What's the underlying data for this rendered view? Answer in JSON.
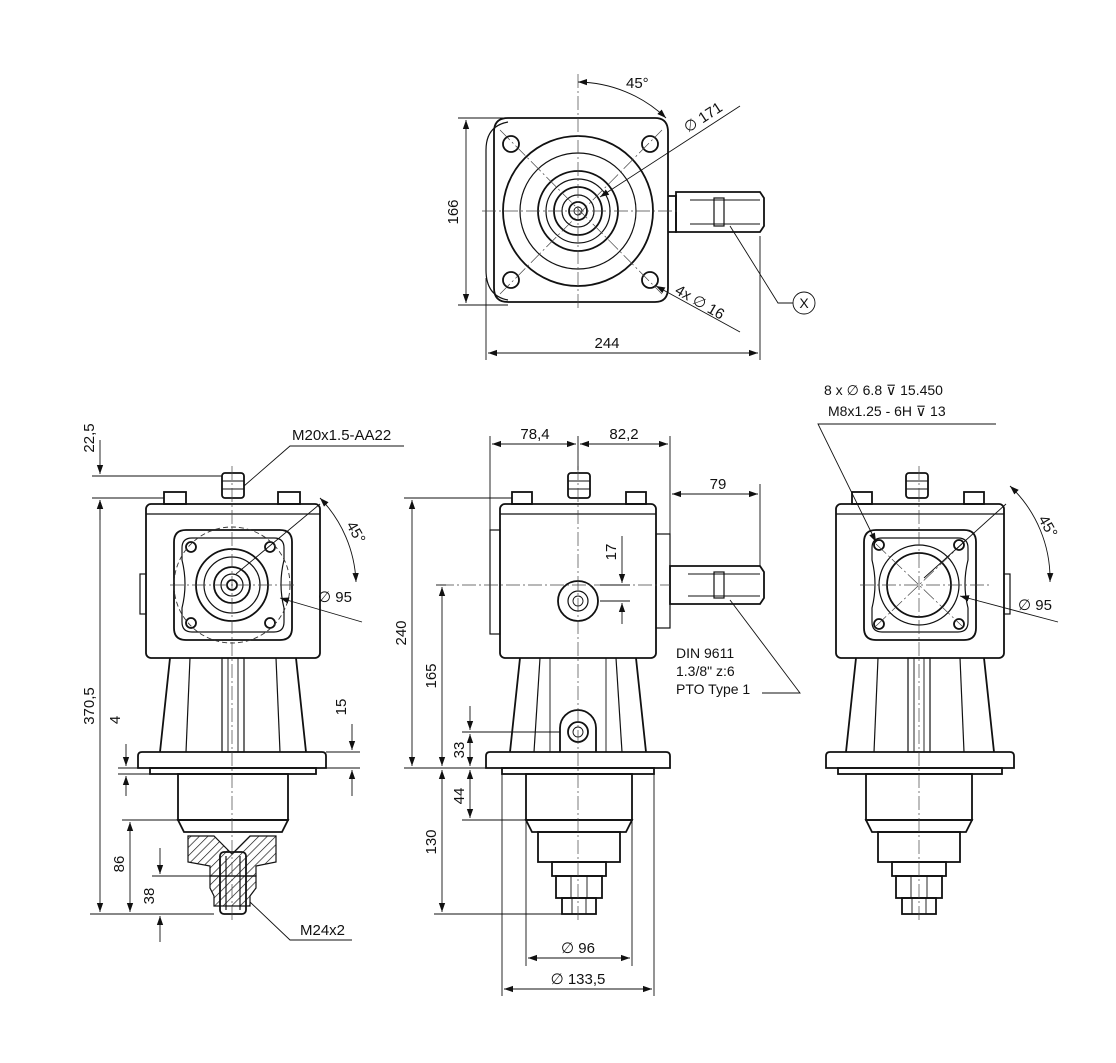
{
  "top_view": {
    "angle_45": "45°",
    "dia_171": "∅ 171",
    "height_166": "166",
    "width_244": "244",
    "holes": "4x ∅ 16",
    "callout_x": "X"
  },
  "left_view": {
    "dim_22_5": "22,5",
    "breather": "M20x1.5-AA22",
    "angle_45": "45°",
    "dia_95": "∅ 95",
    "dim_370_5": "370,5",
    "dim_4": "4",
    "dim_15": "15",
    "dim_86": "86",
    "dim_38": "38",
    "thread": "M24x2"
  },
  "center_view": {
    "dim_78_4": "78,4",
    "dim_82_2": "82,2",
    "dim_79": "79",
    "dim_17": "17",
    "dim_240": "240",
    "dim_165": "165",
    "dim_33": "33",
    "dim_44": "44",
    "dim_130": "130",
    "dia_96": "∅ 96",
    "dia_133_5": "∅ 133,5",
    "pto_line1": "DIN 9611",
    "pto_line2": "1.3/8\" z:6",
    "pto_line3": "PTO Type 1"
  },
  "right_view": {
    "holes_line1": "8 x  ∅  6.8  ⊽  15.450",
    "holes_line2": "M8x1.25 - 6H  ⊽  13",
    "angle_45": "45°",
    "dia_95": "∅ 95"
  }
}
